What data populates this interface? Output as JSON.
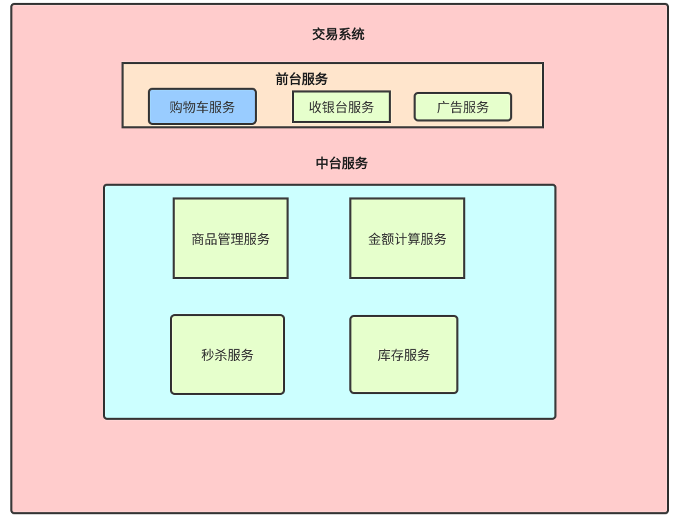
{
  "diagram": {
    "title": "交易系统",
    "frontend": {
      "title": "前台服务",
      "services": [
        "购物车服务",
        "收银台服务",
        "广告服务"
      ]
    },
    "middle": {
      "title": "中台服务",
      "services": [
        "商品管理服务",
        "金额计算服务",
        "秒杀服务",
        "库存服务"
      ]
    }
  },
  "colors": {
    "system_bg": "#ffcccc",
    "frontend_bg": "#ffe5cc",
    "middle_bg": "#ccffff",
    "service_bg": "#e6ffcc",
    "highlight_bg": "#99ccff",
    "border": "#3a3a3a"
  }
}
